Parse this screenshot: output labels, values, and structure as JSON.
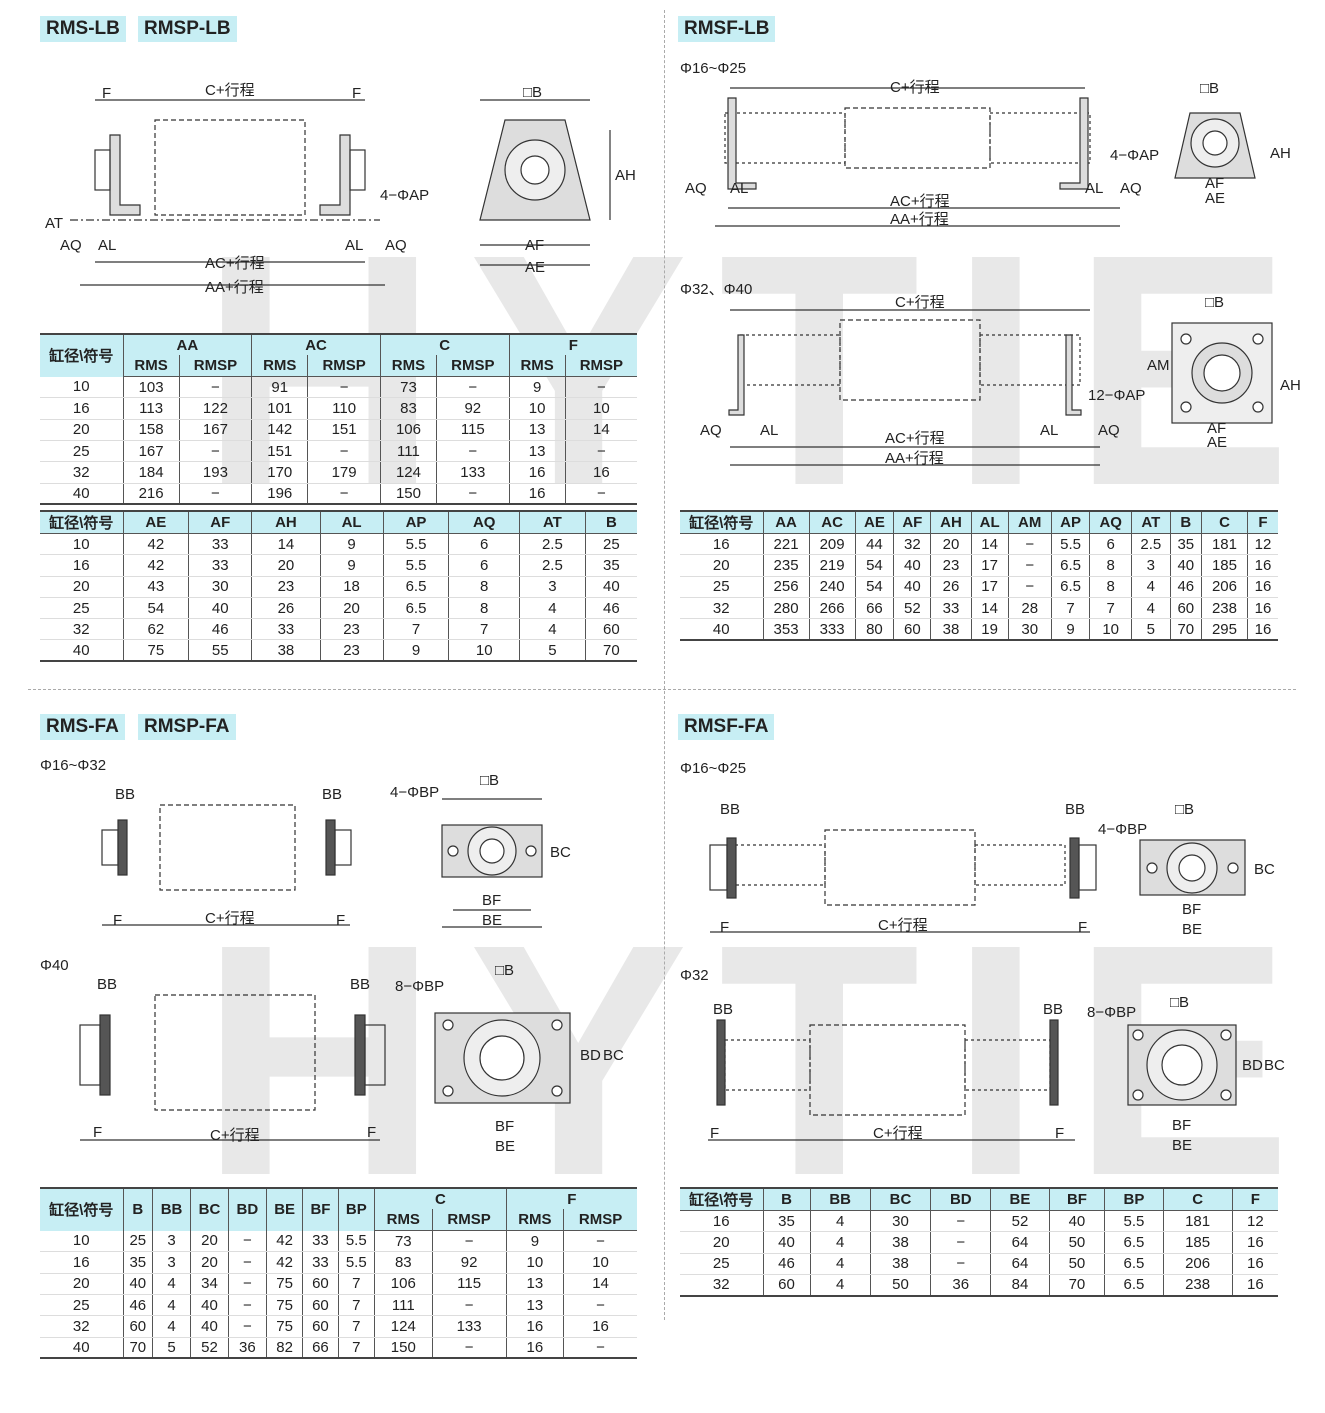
{
  "watermark": "HYTIE",
  "sections": {
    "lb": {
      "title1": "RMS-LB",
      "title2": "RMSP-LB"
    },
    "rmsf_lb": {
      "title": "RMSF-LB",
      "sub1": "Φ16~Φ25",
      "sub2": "Φ32、Φ40"
    },
    "fa": {
      "title1": "RMS-FA",
      "title2": "RMSP-FA",
      "sub1": "Φ16~Φ32",
      "sub2": "Φ40"
    },
    "rmsf_fa": {
      "title": "RMSF-FA",
      "sub1": "Φ16~Φ25",
      "sub2": "Φ32"
    }
  },
  "labels": {
    "c_stroke": "C+行程",
    "ac_stroke": "AC+行程",
    "aa_stroke": "AA+行程",
    "f": "F",
    "at": "AT",
    "aq": "AQ",
    "al": "AL",
    "ae": "AE",
    "af": "AF",
    "ah": "AH",
    "am": "AM",
    "b": "□B",
    "ap4": "4−ΦAP",
    "ap12": "12−ΦAP",
    "bb": "BB",
    "bp4": "4−ΦBP",
    "bp8": "8−ΦBP",
    "bc": "BC",
    "bd": "BD",
    "bf": "BF",
    "be": "BE"
  },
  "table_lb1": {
    "corner": "缸径\\符号",
    "groups": [
      "AA",
      "AC",
      "C",
      "F"
    ],
    "sub": [
      "RMS",
      "RMSP"
    ],
    "rows": [
      [
        "10",
        "103",
        "−",
        "91",
        "−",
        "73",
        "−",
        "9",
        "−"
      ],
      [
        "16",
        "113",
        "122",
        "101",
        "110",
        "83",
        "92",
        "10",
        "10"
      ],
      [
        "20",
        "158",
        "167",
        "142",
        "151",
        "106",
        "115",
        "13",
        "14"
      ],
      [
        "25",
        "167",
        "−",
        "151",
        "−",
        "111",
        "−",
        "13",
        "−"
      ],
      [
        "32",
        "184",
        "193",
        "170",
        "179",
        "124",
        "133",
        "16",
        "16"
      ],
      [
        "40",
        "216",
        "−",
        "196",
        "−",
        "150",
        "−",
        "16",
        "−"
      ]
    ]
  },
  "table_lb2": {
    "headers": [
      "缸径\\符号",
      "AE",
      "AF",
      "AH",
      "AL",
      "AP",
      "AQ",
      "AT",
      "B"
    ],
    "rows": [
      [
        "10",
        "42",
        "33",
        "14",
        "9",
        "5.5",
        "6",
        "2.5",
        "25"
      ],
      [
        "16",
        "42",
        "33",
        "20",
        "9",
        "5.5",
        "6",
        "2.5",
        "35"
      ],
      [
        "20",
        "43",
        "30",
        "23",
        "18",
        "6.5",
        "8",
        "3",
        "40"
      ],
      [
        "25",
        "54",
        "40",
        "26",
        "20",
        "6.5",
        "8",
        "4",
        "46"
      ],
      [
        "32",
        "62",
        "46",
        "33",
        "23",
        "7",
        "7",
        "4",
        "60"
      ],
      [
        "40",
        "75",
        "55",
        "38",
        "23",
        "9",
        "10",
        "5",
        "70"
      ]
    ]
  },
  "table_rmsf_lb": {
    "headers": [
      "缸径\\符号",
      "AA",
      "AC",
      "AE",
      "AF",
      "AH",
      "AL",
      "AM",
      "AP",
      "AQ",
      "AT",
      "B",
      "C",
      "F"
    ],
    "rows": [
      [
        "16",
        "221",
        "209",
        "44",
        "32",
        "20",
        "14",
        "−",
        "5.5",
        "6",
        "2.5",
        "35",
        "181",
        "12"
      ],
      [
        "20",
        "235",
        "219",
        "54",
        "40",
        "23",
        "17",
        "−",
        "6.5",
        "8",
        "3",
        "40",
        "185",
        "16"
      ],
      [
        "25",
        "256",
        "240",
        "54",
        "40",
        "26",
        "17",
        "−",
        "6.5",
        "8",
        "4",
        "46",
        "206",
        "16"
      ],
      [
        "32",
        "280",
        "266",
        "66",
        "52",
        "33",
        "14",
        "28",
        "7",
        "7",
        "4",
        "60",
        "238",
        "16"
      ],
      [
        "40",
        "353",
        "333",
        "80",
        "60",
        "38",
        "19",
        "30",
        "9",
        "10",
        "5",
        "70",
        "295",
        "16"
      ]
    ]
  },
  "table_fa": {
    "headers": [
      "缸径\\符号",
      "B",
      "BB",
      "BC",
      "BD",
      "BE",
      "BF",
      "BP"
    ],
    "groups": [
      "C",
      "F"
    ],
    "sub": [
      "RMS",
      "RMSP"
    ],
    "rows": [
      [
        "10",
        "25",
        "3",
        "20",
        "−",
        "42",
        "33",
        "5.5",
        "73",
        "−",
        "9",
        "−"
      ],
      [
        "16",
        "35",
        "3",
        "20",
        "−",
        "42",
        "33",
        "5.5",
        "83",
        "92",
        "10",
        "10"
      ],
      [
        "20",
        "40",
        "4",
        "34",
        "−",
        "75",
        "60",
        "7",
        "106",
        "115",
        "13",
        "14"
      ],
      [
        "25",
        "46",
        "4",
        "40",
        "−",
        "75",
        "60",
        "7",
        "111",
        "−",
        "13",
        "−"
      ],
      [
        "32",
        "60",
        "4",
        "40",
        "−",
        "75",
        "60",
        "7",
        "124",
        "133",
        "16",
        "16"
      ],
      [
        "40",
        "70",
        "5",
        "52",
        "36",
        "82",
        "66",
        "7",
        "150",
        "−",
        "16",
        "−"
      ]
    ]
  },
  "table_rmsf_fa": {
    "headers": [
      "缸径\\符号",
      "B",
      "BB",
      "BC",
      "BD",
      "BE",
      "BF",
      "BP",
      "C",
      "F"
    ],
    "rows": [
      [
        "16",
        "35",
        "4",
        "30",
        "−",
        "52",
        "40",
        "5.5",
        "181",
        "12"
      ],
      [
        "20",
        "40",
        "4",
        "38",
        "−",
        "64",
        "50",
        "6.5",
        "185",
        "16"
      ],
      [
        "25",
        "46",
        "4",
        "38",
        "−",
        "64",
        "50",
        "6.5",
        "206",
        "16"
      ],
      [
        "32",
        "60",
        "4",
        "50",
        "36",
        "84",
        "70",
        "6.5",
        "238",
        "16"
      ]
    ]
  }
}
